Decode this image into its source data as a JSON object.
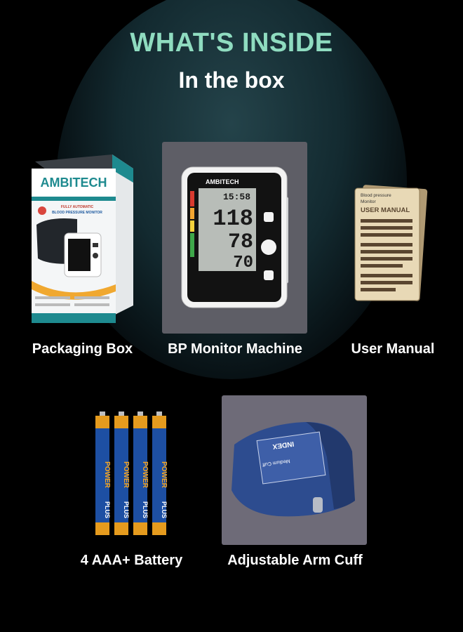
{
  "heading": {
    "title": "WHAT'S INSIDE",
    "subtitle": "In the box"
  },
  "items": [
    {
      "label": "Packaging Box"
    },
    {
      "label": "BP Monitor Machine"
    },
    {
      "label": "User Manual"
    },
    {
      "label": "4 AAA+ Battery"
    },
    {
      "label": "Adjustable Arm Cuff"
    }
  ],
  "box_art": {
    "brand": "AMBITECH",
    "line1": "FULLY AUTOMATIC",
    "line2": "BLOOD PRESSURE MONITOR"
  },
  "monitor_art": {
    "brand": "AMBITECH",
    "sys": "118",
    "dia": "78",
    "pul": "70",
    "time": "15:58"
  },
  "manual_art": {
    "line1": "Blood pressure",
    "line2": "Monitor",
    "heading": "USER MANUAL"
  },
  "battery_art": {
    "text1": "POWER",
    "text2": "PLUS",
    "count": 4
  },
  "cuff_art": {
    "text1": "INDEX",
    "text2": "Medium Cuff"
  },
  "colors": {
    "accent": "#8fdcc0",
    "teal": "#1e8a8f",
    "battery_blue": "#1d4fa3",
    "battery_orange": "#e59b1e",
    "cuff_blue": "#2d4c8f"
  }
}
